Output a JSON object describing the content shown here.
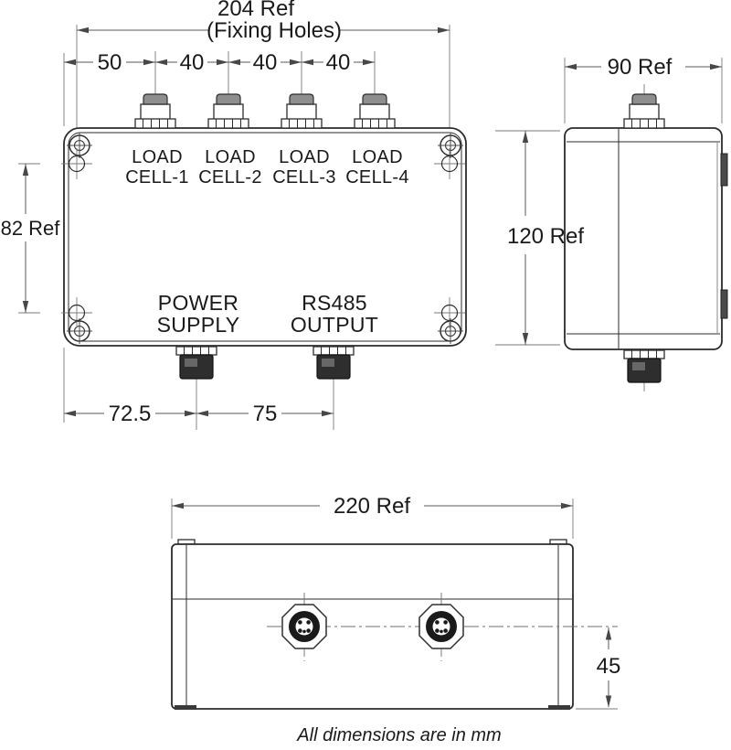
{
  "drawing": {
    "front_view": {
      "dim_width_total": "204 Ref",
      "dim_width_note": "(Fixing Holes)",
      "dim_offset_first": "50",
      "dim_pitch": [
        "40",
        "40",
        "40"
      ],
      "dim_fixing_hole_height": "82 Ref",
      "dim_power_offset": "72.5",
      "dim_output_pitch": "75",
      "load_cell_labels": [
        {
          "line1": "LOAD",
          "line2": "CELL-1"
        },
        {
          "line1": "LOAD",
          "line2": "CELL-2"
        },
        {
          "line1": "LOAD",
          "line2": "CELL-3"
        },
        {
          "line1": "LOAD",
          "line2": "CELL-4"
        }
      ],
      "power_label": {
        "line1": "POWER",
        "line2": "SUPPLY"
      },
      "output_label": {
        "line1": "RS485",
        "line2": "OUTPUT"
      }
    },
    "side_view": {
      "dim_width": "90 Ref",
      "dim_height": "120 Ref"
    },
    "bottom_view": {
      "dim_width": "220 Ref",
      "dim_connector_offset": "45"
    },
    "note": "All dimensions are in mm",
    "colors": {
      "line": "#2b2b2b",
      "dim_line": "#5a5a5a",
      "connector_cap": "#8e8e8e",
      "connector_body": "#2e2e2e",
      "background": "#ffffff"
    }
  }
}
